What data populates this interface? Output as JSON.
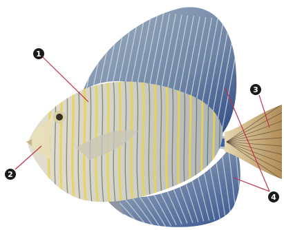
{
  "diagram": {
    "subject": "fish",
    "colors": {
      "background": "#ffffff",
      "body": "#dcd8c8",
      "body_shadow": "#9aa0a4",
      "stripe_yellow": "#e9d34a",
      "stripe_dark": "#4b4a3c",
      "dorsal_fin": "#7f93a8",
      "dorsal_fin_dark": "#2f4f86",
      "fin_stripe": "#d8dde0",
      "tail": "#c9a86a",
      "tail_dark": "#4a3a2a",
      "marker_fill": "#1a1a1a",
      "leader_line": "#c0304a"
    },
    "callouts": [
      {
        "id": "1",
        "label": "1"
      },
      {
        "id": "2",
        "label": "2"
      },
      {
        "id": "3",
        "label": "3"
      },
      {
        "id": "4",
        "label": "4"
      }
    ]
  }
}
